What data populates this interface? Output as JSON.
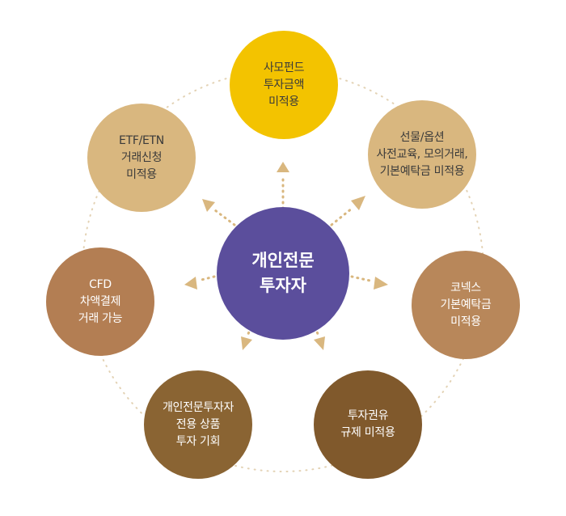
{
  "center": {
    "line1": "개인전문",
    "line2": "투자자",
    "color": "#5b4e9c"
  },
  "nodes": [
    {
      "id": "top",
      "lines": [
        "사모펀드",
        "투자금액",
        "미적용"
      ],
      "color": "#f3c300"
    },
    {
      "id": "upper-right",
      "lines": [
        "선물/옵션",
        "사전교육, 모의거래,",
        "기본예탁금 미적용"
      ],
      "color": "#d9b77f"
    },
    {
      "id": "right",
      "lines": [
        "코넥스",
        "기본예탁금",
        "미적용"
      ],
      "color": "#b8875a"
    },
    {
      "id": "lower-right",
      "lines": [
        "투자권유",
        "규제 미적용"
      ],
      "color": "#80592c"
    },
    {
      "id": "lower-left",
      "lines": [
        "개인전문투자자",
        "전용 상품",
        "투자 기회"
      ],
      "color": "#8a6433"
    },
    {
      "id": "left",
      "lines": [
        "CFD",
        "차액결제",
        "거래 가능"
      ],
      "color": "#b37e53"
    },
    {
      "id": "upper-left",
      "lines": [
        "ETF/ETN",
        "거래신청",
        "미적용"
      ],
      "color": "#d9b77f"
    }
  ],
  "colors": {
    "arrow": "#d9b77f",
    "ring": "#e3d2b4"
  }
}
